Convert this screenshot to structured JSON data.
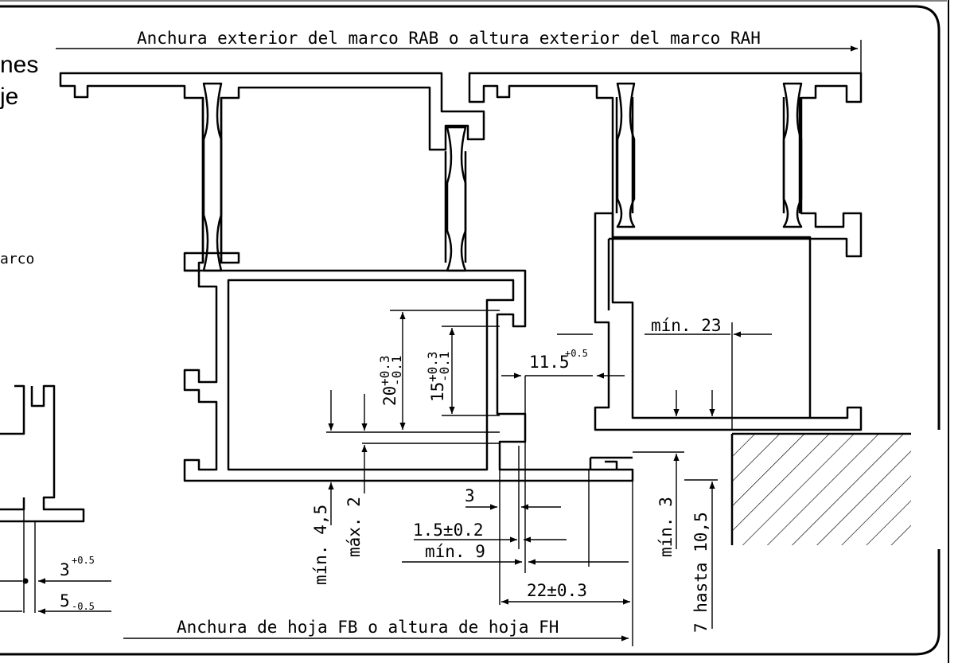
{
  "header": {
    "fragment_1": "nes",
    "fragment_2": "je"
  },
  "side_label": "arco",
  "dimensions": {
    "top_width": "Anchura exterior del marco RAB o altura exterior del marco RAH",
    "bottom_width": "Anchura de hoja FB o altura de hoja FH",
    "vert_20": "20",
    "vert_20_tol_up": "+0.3",
    "vert_20_tol_dn": "-0.1",
    "vert_15": "15",
    "vert_15_tol_up": "+0.3",
    "vert_15_tol_dn": "-0.1",
    "gap_11_5": "11.5",
    "gap_11_5_tol": "+0.5",
    "min_23": "mín. 23",
    "min_4_5": "mín. 4,5",
    "max_2": "máx. 2",
    "val_3": "3",
    "val_1_5": "1.5±0.2",
    "min_9": "mín. 9",
    "val_22": "22±0.3",
    "min_3": "mín. 3",
    "range_7_10_5": "7 hasta 10,5",
    "left_3": "3",
    "left_3_tol": "+0.5",
    "left_5": "5",
    "left_5_tol": "-0.5"
  }
}
